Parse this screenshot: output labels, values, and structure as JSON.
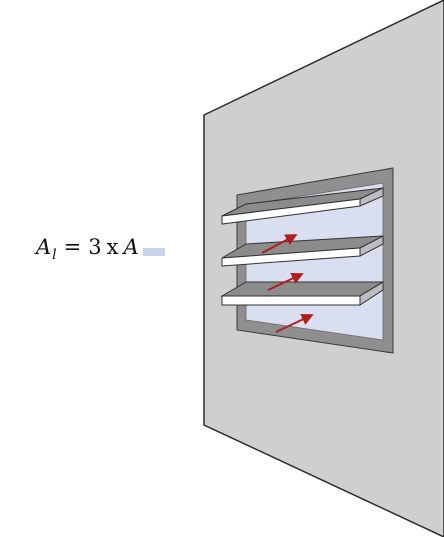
{
  "formula": {
    "lhs_symbol": "A",
    "lhs_subscript": "l",
    "operator": "=",
    "factor": "3",
    "times": "x",
    "rhs_symbol": "A"
  },
  "colors": {
    "wall": "#cfcfcf",
    "wall_outline": "#2b2b2b",
    "frame": "#8f8f8f",
    "opening": "#d9dff0",
    "slat_top": "#8c8c8c",
    "slat_face": "#ffffff",
    "arrow": "#b11d1d",
    "swatch": "#c9d5ea"
  },
  "icons": [
    "louvre-vent-icon",
    "airflow-arrow-icon"
  ]
}
